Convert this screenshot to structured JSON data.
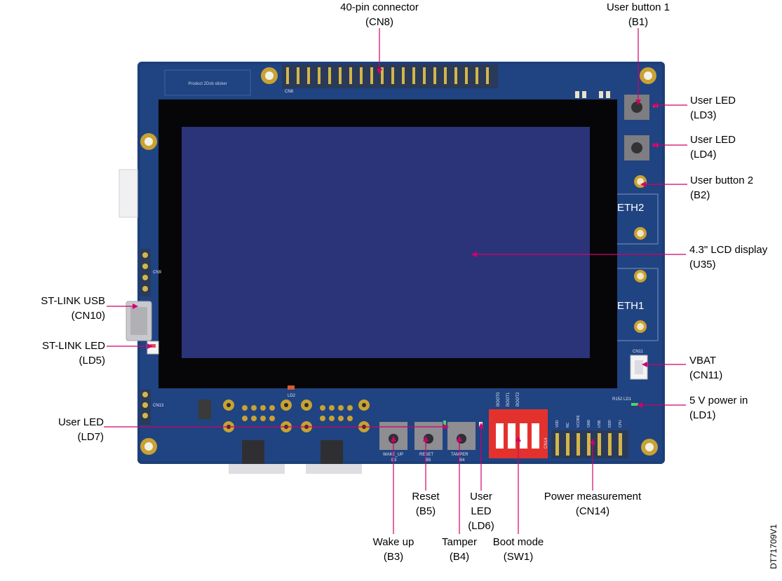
{
  "callouts": {
    "cn8": {
      "line1": "40-pin connector",
      "line2": "(CN8)"
    },
    "b1": {
      "line1": "User button 1",
      "line2": "(B1)"
    },
    "ld3": {
      "line1": "User LED",
      "line2": "(LD3)"
    },
    "ld4": {
      "line1": "User LED",
      "line2": "(LD4)"
    },
    "b2": {
      "line1": "User button 2",
      "line2": "(B2)"
    },
    "u35": {
      "line1": "4.3\" LCD display",
      "line2": "(U35)"
    },
    "cn10": {
      "line1": "ST-LINK USB",
      "line2": "(CN10)"
    },
    "ld5": {
      "line1": "ST-LINK LED",
      "line2": "(LD5)"
    },
    "cn11": {
      "line1": "VBAT",
      "line2": "(CN11)"
    },
    "ld1": {
      "line1": "5 V power in",
      "line2": "(LD1)"
    },
    "ld7": {
      "line1": "User LED",
      "line2": "(LD7)"
    },
    "b5": {
      "line1": "Reset",
      "line2": "(B5)"
    },
    "ld6": {
      "line1": "User",
      "line2": "LED",
      "line3": "(LD6)"
    },
    "cn14": {
      "line1": "Power measurement",
      "line2": "(CN14)"
    },
    "b3": {
      "line1": "Wake up",
      "line2": "(B3)"
    },
    "b4": {
      "line1": "Tamper",
      "line2": "(B4)"
    },
    "sw1": {
      "line1": "Boot mode",
      "line2": "(SW1)"
    }
  },
  "board": {
    "eth2": "ETH2",
    "eth1": "ETH1",
    "cn8_silk": "CN8",
    "sticker": "Product 2Dsb sticker",
    "wake_silk": "WAKE_UP",
    "wake_ref": "B3",
    "reset_silk": "RESET",
    "reset_ref": "B5",
    "tamper_silk": "TAMPER",
    "tamper_ref": "B4",
    "cn14_silk": "CN14",
    "cn11_silk": "CN11",
    "ld1_silk": "R152  LD1",
    "ld2_silk": "LD2",
    "cn9_silk": "CN9",
    "cn13_silk": "CN13",
    "pm_pins": [
      "VDD",
      "NC",
      "VCORE",
      "GND",
      "USB",
      "DDR",
      "CPU"
    ],
    "boot_labels": [
      "BOOT0",
      "BOOT1",
      "BOOT2"
    ]
  },
  "doc_id": "DT71709V1",
  "colors": {
    "leader": "#d1006b",
    "pcb": "#1d3f78",
    "lcd": "#2b3478"
  }
}
